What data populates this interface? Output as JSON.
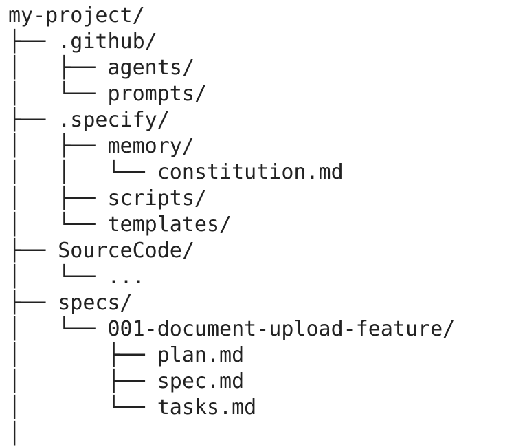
{
  "colors": {
    "background": "#ffffff",
    "text": "#222222"
  },
  "file_tree": {
    "root": "my-project/",
    "lines": [
      "my-project/",
      "├── .github/",
      "│   ├── agents/",
      "│   └── prompts/",
      "├── .specify/",
      "│   ├── memory/",
      "│   │   └── constitution.md",
      "│   ├── scripts/",
      "│   └── templates/",
      "├── SourceCode/",
      "│   └── ...",
      "├── specs/",
      "│   └── 001-document-upload-feature/",
      "│       ├── plan.md",
      "│       ├── spec.md",
      "│       └── tasks.md",
      "│"
    ]
  }
}
